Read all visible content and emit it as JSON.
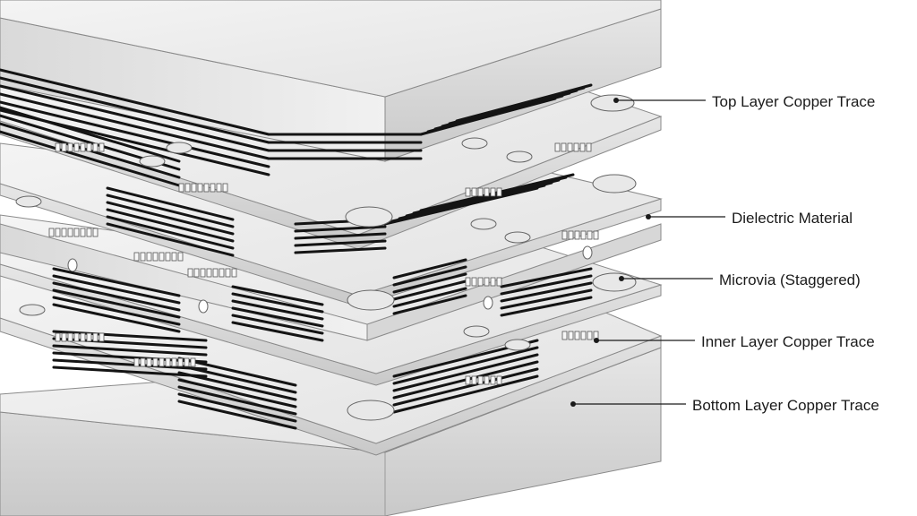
{
  "diagram": {
    "callouts": [
      {
        "id": "top-layer-copper-trace",
        "label": "Top Layer Copper Trace"
      },
      {
        "id": "dielectric-material",
        "label": "Dielectric Material"
      },
      {
        "id": "microvia-staggered",
        "label": "Microvia (Staggered)"
      },
      {
        "id": "inner-layer-copper-trace",
        "label": "Inner Layer Copper Trace"
      },
      {
        "id": "bottom-layer-copper-trace",
        "label": "Bottom Layer Copper Trace"
      }
    ],
    "colors": {
      "board_face": "#eeeeee",
      "board_edge": "#dcdcdc",
      "board_outline": "#8a8a8a",
      "trace": "#141414",
      "leader_line": "#1a1a1a"
    }
  }
}
